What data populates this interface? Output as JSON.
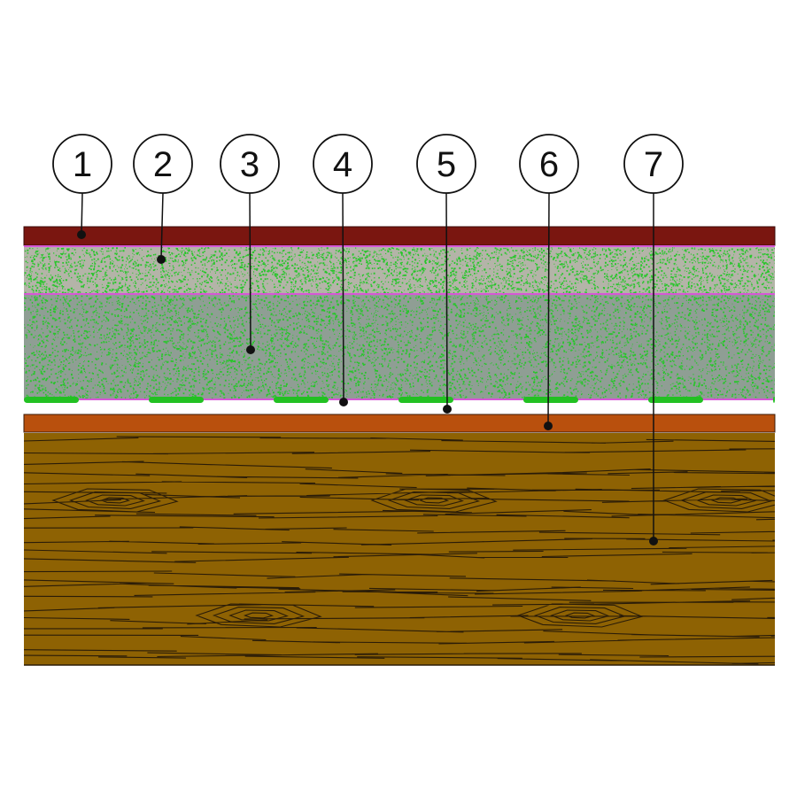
{
  "callouts": [
    {
      "label": "1"
    },
    {
      "label": "2"
    },
    {
      "label": "3"
    },
    {
      "label": "4"
    },
    {
      "label": "5"
    },
    {
      "label": "6"
    },
    {
      "label": "7"
    }
  ],
  "colors": {
    "layer_1": "#7a1610",
    "layer_2": "#b4b4a8",
    "layer_3": "#8f9e94",
    "speckle": "#27c62a",
    "separator": "#d657d6",
    "membrane_strip": "#22c122",
    "layer_6": "#b9500d",
    "layer_7": "#8e6203",
    "wood_grain": "#2a1c08",
    "leader": "#111111"
  }
}
